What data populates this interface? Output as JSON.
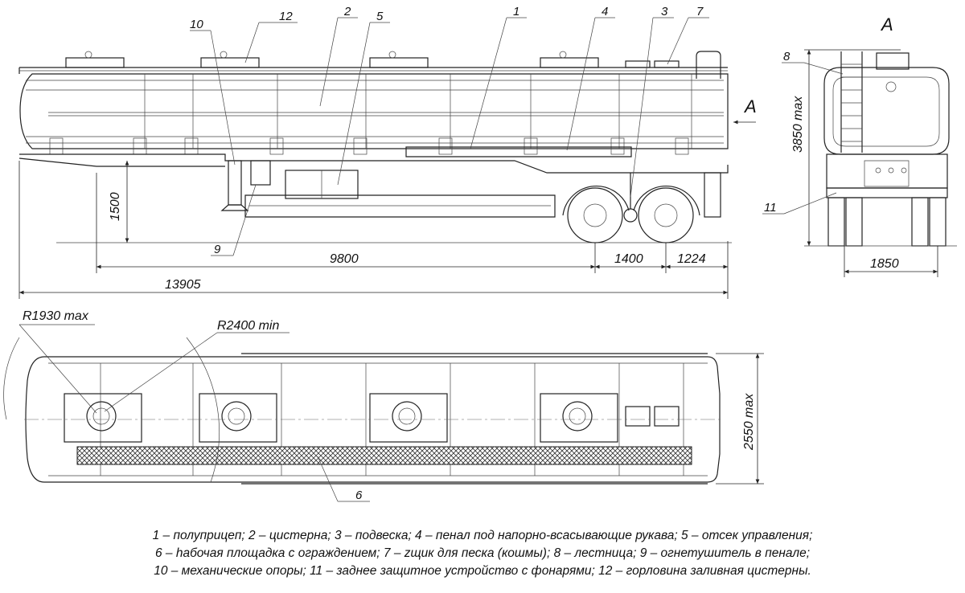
{
  "callouts": {
    "c1": "1",
    "c2": "2",
    "c3": "3",
    "c4": "4",
    "c5": "5",
    "c6": "6",
    "c7": "7",
    "c8": "8",
    "c9": "9",
    "c10": "10",
    "c11": "11",
    "c12": "12"
  },
  "view_labels": {
    "view_a_arrow": "A",
    "view_a_title": "A"
  },
  "dimensions": {
    "height_1500": "1500",
    "wheelbase_9800": "9800",
    "axle_1400": "1400",
    "rear_1224": "1224",
    "length_13905": "13905",
    "height_3850": "3850 max",
    "track_1850": "1850",
    "width_2550": "2550 max",
    "radius_1930": "R1930 max",
    "radius_2400": "R2400 min"
  },
  "legend": {
    "line1": "1 – полуприцеп; 2 – цистерна; 3 – подвеска; 4 – пенал под напорно-всасывающие рукава; 5 – отсек управления;",
    "line2": "6 – hабочая площадка с ограждением; 7 – zщик для песка (кошмы); 8 – лестница; 9 – огнетушитель в пенале;",
    "line3": "10 – механические опоры; 11 – заднее защитное устройство с фонарями; 12 – горловина заливная цистерны."
  }
}
